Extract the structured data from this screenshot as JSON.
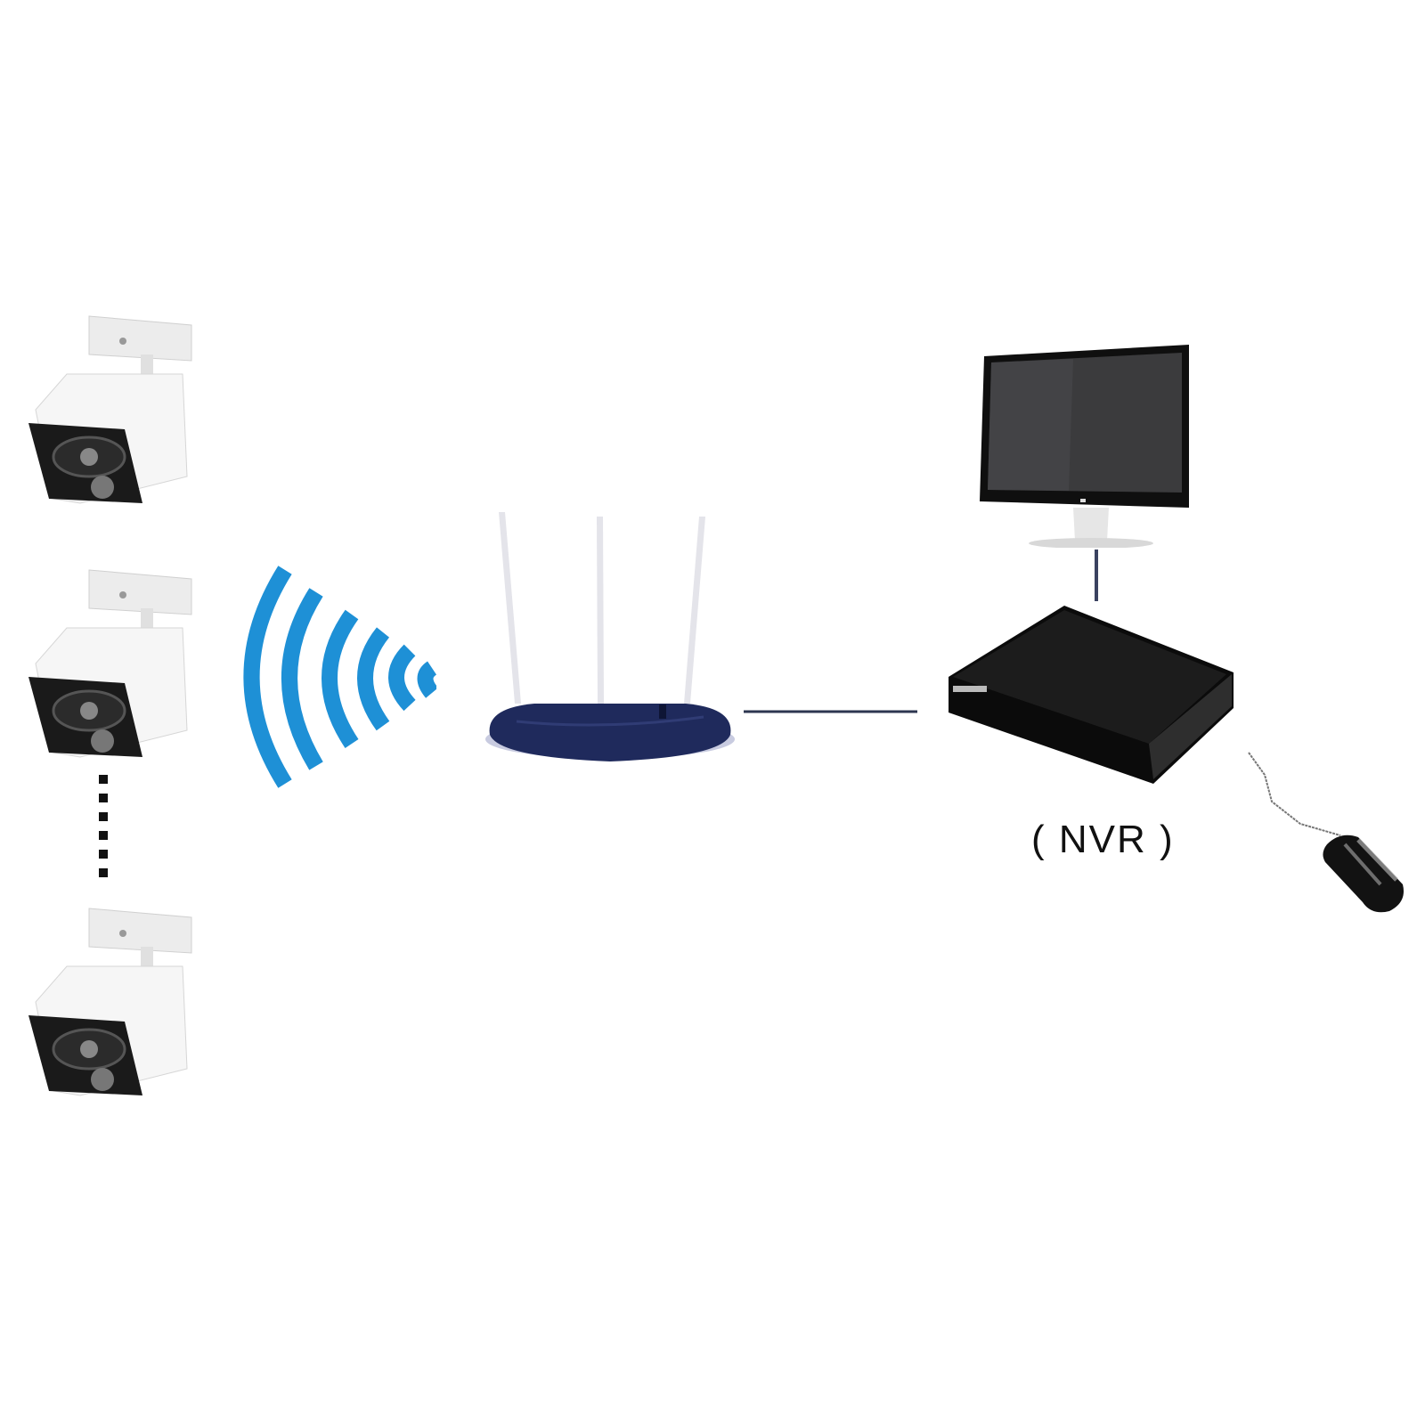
{
  "diagram": {
    "type": "network-topology",
    "title": "",
    "colors": {
      "background": "#ffffff",
      "wifi": "#1e90d6",
      "router_body": "#1f2a5c",
      "antenna": "#e6e6ea",
      "nvr_body": "#111111",
      "monitor_screen": "#3a3a3a",
      "camera_body": "#f2f2f2",
      "line": "#2d3650"
    },
    "nodes": [
      {
        "id": "camera-1",
        "kind": "ip-camera",
        "label": ""
      },
      {
        "id": "camera-2",
        "kind": "ip-camera",
        "label": ""
      },
      {
        "id": "ellipsis",
        "kind": "more-cameras-indicator",
        "label": ""
      },
      {
        "id": "camera-n",
        "kind": "ip-camera",
        "label": ""
      },
      {
        "id": "wifi-signal",
        "kind": "wireless-signal",
        "label": ""
      },
      {
        "id": "router",
        "kind": "wireless-router",
        "label": ""
      },
      {
        "id": "nvr",
        "kind": "network-video-recorder",
        "label": "( NVR )"
      },
      {
        "id": "monitor",
        "kind": "monitor",
        "label": ""
      },
      {
        "id": "mouse",
        "kind": "mouse",
        "label": ""
      }
    ],
    "edges": [
      {
        "from": "camera-1",
        "to": "router",
        "type": "wireless"
      },
      {
        "from": "camera-2",
        "to": "router",
        "type": "wireless"
      },
      {
        "from": "camera-n",
        "to": "router",
        "type": "wireless"
      },
      {
        "from": "router",
        "to": "nvr",
        "type": "wired"
      },
      {
        "from": "monitor",
        "to": "nvr",
        "type": "wired"
      },
      {
        "from": "mouse",
        "to": "nvr",
        "type": "wired"
      }
    ]
  },
  "labels": {
    "nvr": "( NVR )"
  }
}
